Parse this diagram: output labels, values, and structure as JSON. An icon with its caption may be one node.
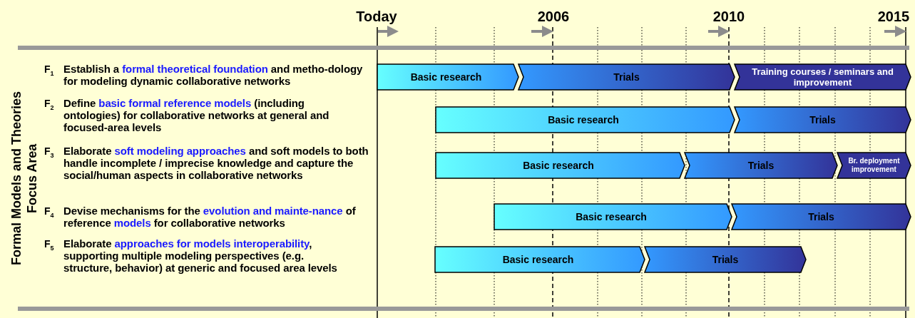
{
  "diagram": {
    "nodes": [
      {
        "text": [
          "Basic research"
        ]
      },
      {
        "text": [
          "Trials"
        ]
      },
      {
        "text": [
          "Training courses / seminars and improvement"
        ]
      },
      {
        "text": [
          "Basic research"
        ]
      },
      {
        "text": [
          "Trials"
        ]
      },
      {
        "text": [
          "Basic research"
        ]
      },
      {
        "text": [
          "Trials"
        ]
      },
      {
        "text": [
          "Br. deployment improvement"
        ]
      },
      {
        "text": [
          "Basic research"
        ]
      },
      {
        "text": [
          "Trials"
        ]
      },
      {
        "text": [
          "Basic research"
        ]
      },
      {
        "text": [
          "Trials"
        ]
      }
    ],
    "labels": [
      "Today",
      "2006",
      "2010",
      "2015",
      "Formal Models and Theories Focus Area",
      "F$_{1}$",
      "Establish a *formal theoretical foundation* and metho-dology for modeling dynamic collaborative networks",
      "F$_{2}$",
      "Define *basic formal reference models* (including ontologies) for collaborative networks at general and focused-area levels",
      "F$_{3}$",
      "Elaborate *soft modeling approaches* and soft models to both handle incomplete / imprecise knowledge and capture the social/human aspects in collaborative networks",
      "F$_{4}$",
      "Devise mechanisms for the *evolution and mainte-nance* of reference *models* for collaborative networks",
      "F$_{5}$",
      "Elaborate *approaches for models interoperability*, supporting multiple modeling perspectives (e.g. structure, behavior) at generic and focused area levels"
    ]
  }
}
